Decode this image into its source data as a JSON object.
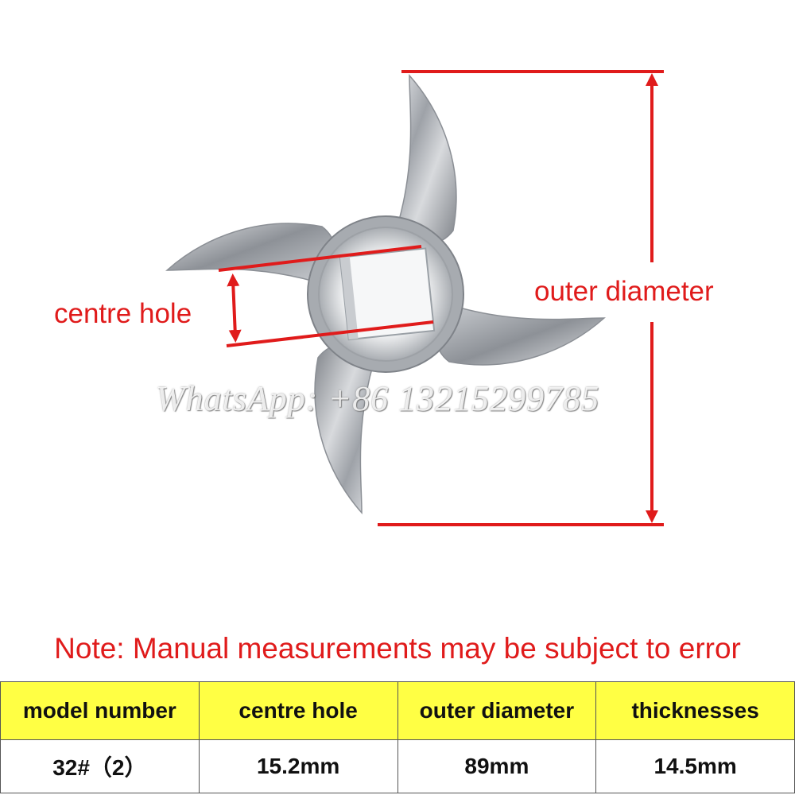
{
  "labels": {
    "centre_hole": "centre hole",
    "outer_diameter": "outer diameter"
  },
  "watermark": "WhatsApp: +86 13215299785",
  "note": "Note: Manual measurements may be subject to error",
  "table": {
    "headers": [
      "model number",
      "centre hole",
      "outer diameter",
      "thicknesses"
    ],
    "rows": [
      [
        "32#（2）",
        "15.2mm",
        "89mm",
        "14.5mm"
      ]
    ]
  },
  "colors": {
    "annotation": "#e01b1b",
    "header_bg": "#ffff44",
    "steel": "#b5b8bd"
  },
  "icons": {
    "product": "meat-grinder-blade-icon"
  }
}
